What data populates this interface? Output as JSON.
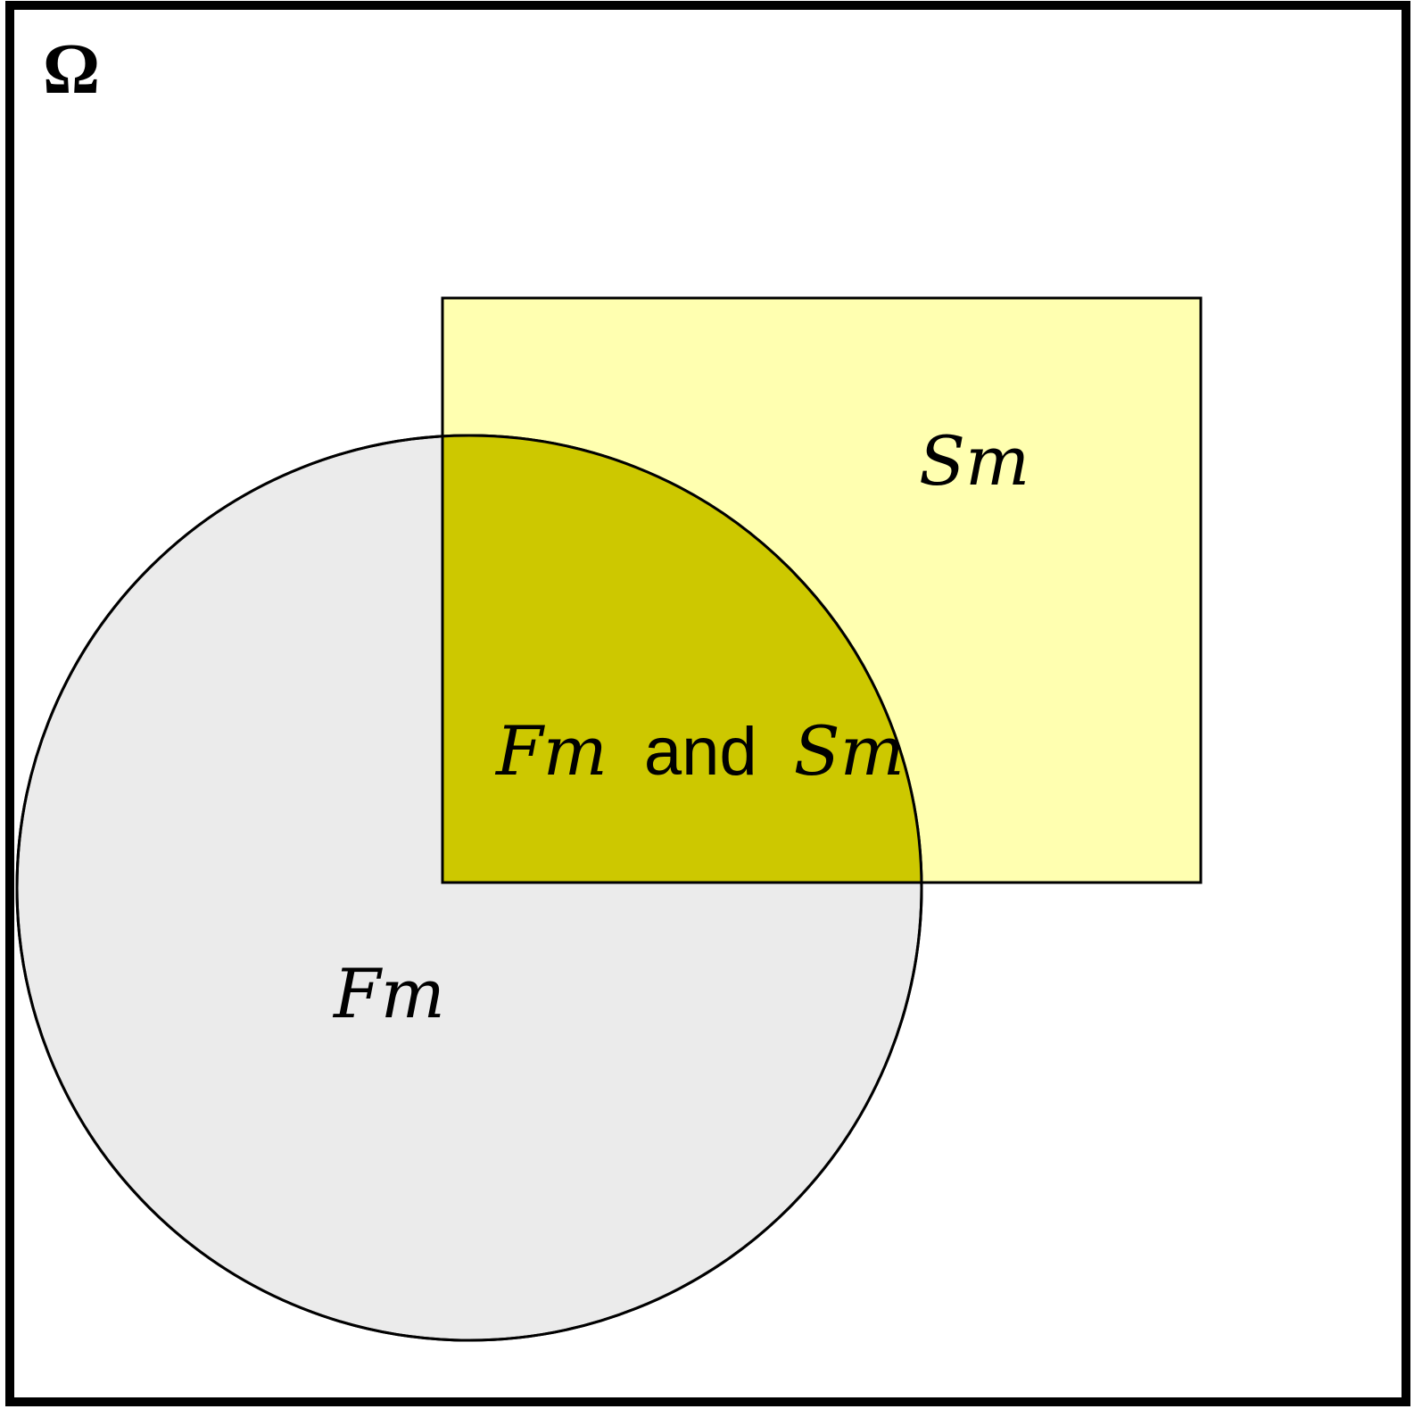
{
  "universe": {
    "symbol": "Ω"
  },
  "sets": {
    "circle": {
      "label": "Fm",
      "fill": "#ebebeb"
    },
    "rectangle": {
      "label": "Sm",
      "fill": "#ffffb0"
    }
  },
  "intersection": {
    "label_a": "Fm",
    "connector": "and",
    "label_b": "Sm",
    "fill": "#cdc800"
  },
  "colors": {
    "stroke": "#000000",
    "background": "#ffffff"
  }
}
